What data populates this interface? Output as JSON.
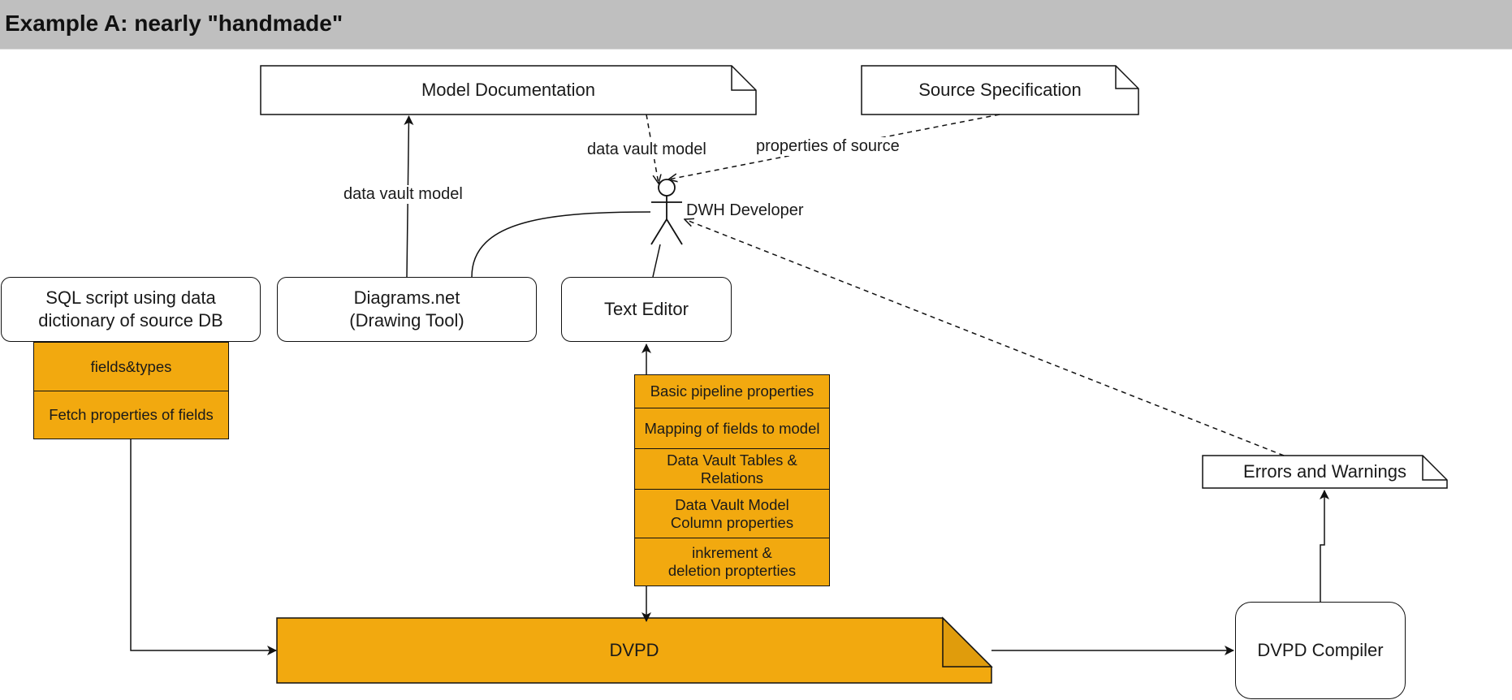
{
  "header": {
    "title": "Example A: nearly \"handmade\""
  },
  "notes": {
    "model_documentation": "Model Documentation",
    "source_specification": "Source Specification",
    "errors_and_warnings": "Errors and Warnings",
    "dvpd": "DVPD"
  },
  "actor": {
    "label": "DWH Developer"
  },
  "boxes": {
    "sql_script": {
      "line1": "SQL script using data",
      "line2": "dictionary of source DB"
    },
    "diagrams_net": {
      "line1": "Diagrams.net",
      "line2": "(Drawing Tool)"
    },
    "text_editor": "Text Editor",
    "dvpd_compiler": "DVPD Compiler"
  },
  "sql_stack": [
    "fields&types",
    "Fetch properties of fields"
  ],
  "editor_stack": [
    "Basic pipeline properties",
    "Mapping of fields to model",
    "Data Vault Tables & Relations",
    "Data Vault Model Column properties",
    "inkrement & deletion propterties"
  ],
  "edge_labels": {
    "diagrams_to_doc": "data vault model",
    "doc_to_dev": "data vault model",
    "spec_to_dev": "properties of source"
  },
  "colors": {
    "header_bg": "#bfbfbf",
    "accent_orange": "#f2a90f",
    "fold_dark": "#e09c0c"
  }
}
